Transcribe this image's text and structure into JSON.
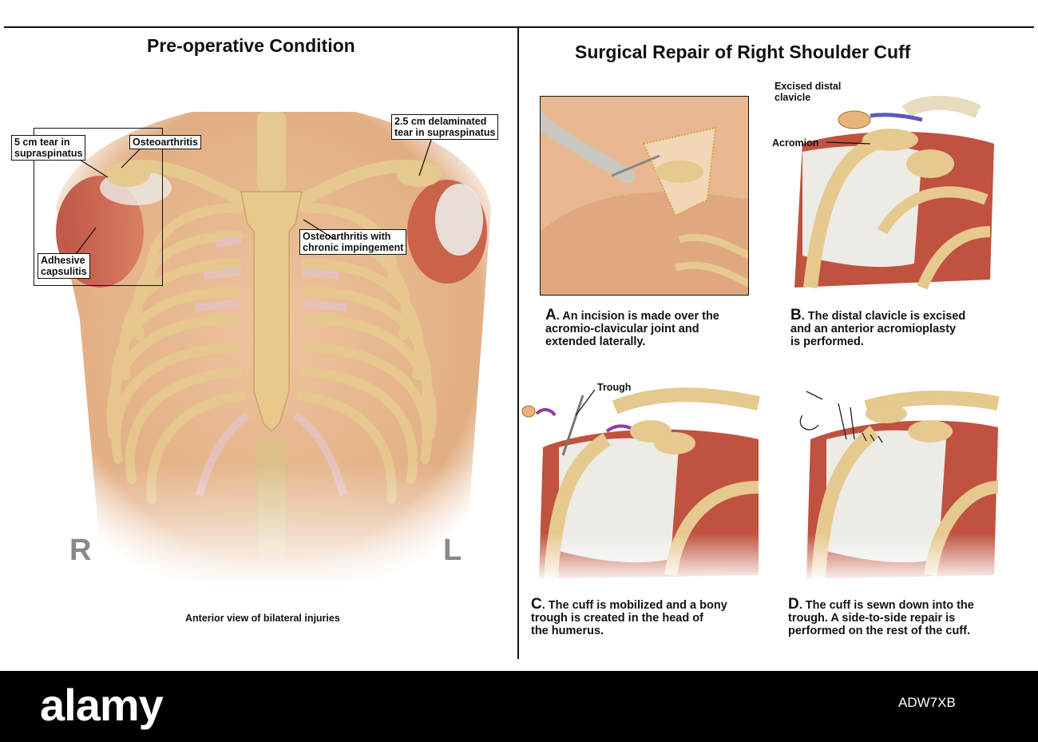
{
  "left_panel": {
    "title": "Pre-operative Condition",
    "labels": {
      "tear_5cm": "5 cm tear in\nsupraspinatus",
      "osteoarthritis": "Osteoarthritis",
      "tear_25cm": "2.5 cm delaminated\ntear in supraspinatus",
      "oa_impingement": "Osteoarthritis with\nchronic impingement",
      "adhesive": "Adhesive\ncapsulitis"
    },
    "side_right": "R",
    "side_left": "L",
    "caption": "Anterior view of bilateral injuries"
  },
  "right_panel": {
    "title": "Surgical Repair of Right Shoulder Cuff",
    "labels": {
      "excised": "Excised distal\nclavicle",
      "acromion": "Acromion",
      "trough": "Trough"
    },
    "steps": [
      {
        "letter": "A",
        "text": ". An incision is made over the\nacromio-clavicular joint and\nextended laterally."
      },
      {
        "letter": "B",
        "text": ". The distal clavicle is excised\nand an anterior acromioplasty\nis performed."
      },
      {
        "letter": "C",
        "text": ". The cuff is mobilized and a bony\ntrough is created in the head of\nthe humerus."
      },
      {
        "letter": "D",
        "text": ". The cuff is sewn down into the\ntrough. A side-to-side repair is\nperformed on the rest of the cuff."
      }
    ]
  },
  "footer": {
    "brand": "alamy",
    "image_id": "ADW7XB"
  },
  "colors": {
    "skin": "#e7b98f",
    "bone": "#e6c98f",
    "cartilage": "#e4c2bf",
    "muscle": "#c0523f",
    "tendon": "#ecebe6",
    "footer_bg": "#000000"
  }
}
